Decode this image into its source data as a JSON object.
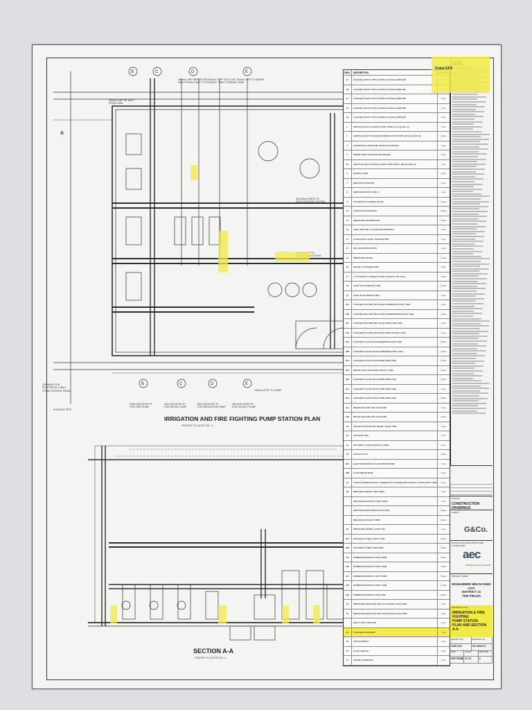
{
  "drawing": {
    "plan_title": "IRRIGATION AND FIRE FIGHTING PUMP STATION PLAN",
    "plan_note": "*REFER TO NOTE NO. 2",
    "section_title": "SECTION A-A",
    "section_note": "*REFER TO NOTE NO. 2",
    "section_marker": "A",
    "callouts": {
      "inlet": "250mm GRP RF INLET\nFROM TANK",
      "pipes_top": "300mm GRP IRRIGATION  250mm GRP TEST LINE  150mm GRP TO WATER\nINLET FROM TANK         TO STORAGE TANK          STORAGE TANK",
      "fire_line": "80/100mm HDPE TO\nFIRE FIGHTING SYSTEM",
      "irrigation": "300mm GRP TO\nIRRIGATION SYSTEM",
      "electric": "OPENING FOR\nELECTRICAL CABLE\nFROM CONTROL PANEL",
      "drain": "100mm uPVC TO SUMP",
      "exhaust": "EXHAUST PIPE",
      "iso_fire": "200A ISOLATOR TP\nFOR FIRE PUMP",
      "iso_diesel": "32A ISOLATOR TP\nFOR DIESEL PUMP",
      "iso_irr": "80A ISOLATOR TP\nFOR IRRIGATION PUMP",
      "iso_jockey": "40A ISOLATOR TP\nFOR JOCKEY PUMP"
    }
  },
  "notes": {
    "title": "NOTES:"
  },
  "stamp": {
    "label": "Dubai EPS"
  },
  "bom": {
    "headers": {
      "no": "S/NO.",
      "desc": "DESCRIPTION",
      "qty": "QUANTITY"
    },
    "rows": [
      {
        "no": "1A",
        "desc": "FLANGED SPIGOT WITH PUDDLE FLANGE 300Ø GRP",
        "qty": "1 no."
      },
      {
        "no": "1B",
        "desc": "FLANGED SPIGOT WITH PUDDLE FLANGE 250Ø GRP",
        "qty": "1 no."
      },
      {
        "no": "1C",
        "desc": "FLANGED SPIGOT WITH PUDDLE FLANGE 200Ø GRP",
        "qty": "1 no."
      },
      {
        "no": "1D",
        "desc": "FLANGED SPIGOT WITH PUDDLE FLANGE 150Ø GRP",
        "qty": "1 no."
      },
      {
        "no": "1E",
        "desc": "FLANGED SPIGOT WITH PUDDLE FLANGE 100Ø GRP",
        "qty": "1 no."
      },
      {
        "no": "2",
        "desc": "VERTICAL MULTI-STAGE JOCKEY PUMP (9 L/S @ 90m H)",
        "qty": "1 no."
      },
      {
        "no": "3",
        "desc": "VERTICAL MULTI STAGE MAIN IRRIGATION PUMPS (25 L/S @ 80m H)",
        "qty": "3 nos."
      },
      {
        "no": "4",
        "desc": "HORIZONTAL FIRE PUMP (ELECTRIC DRIVEN)",
        "qty": "1 no."
      },
      {
        "no": "5",
        "desc": "DIESEL FIRE PUMP (ENGINE DRIVEN)",
        "qty": "1 no."
      },
      {
        "no": "5A",
        "desc": "VERTICAL MULTI STAGE JOCKEY PUMP (1500 L/MIN @ 100m H)",
        "qty": "1 no."
      },
      {
        "no": "6",
        "desc": "DOSING PUMP",
        "qty": "1 no."
      },
      {
        "no": "7",
        "desc": "ELECTRIC AGITATOR",
        "qty": "1 no."
      },
      {
        "no": "8",
        "desc": "FERTILIZER TANK 3000 LT",
        "qty": "1 no."
      },
      {
        "no": "9",
        "desc": "AUTOMATIC FLUSHING VALVE",
        "qty": "3 nos."
      },
      {
        "no": "10",
        "desc": "STEPS WITH HANDRAIL",
        "qty": "2 nos."
      },
      {
        "no": "11",
        "desc": "PRESSURE TRANSMITTER",
        "qty": "2 nos."
      },
      {
        "no": "12",
        "desc": "FUEL TANK 250 LIT (FOR 8HR WORKING)",
        "qty": "1 no."
      },
      {
        "no": "13",
        "desc": "ULTRASONIC LEVEL TRANSMITTER",
        "qty": "1 no."
      },
      {
        "no": "14",
        "desc": "DRY RUN PROTECTION",
        "qty": "1 no."
      },
      {
        "no": "15",
        "desc": "PRESSURE GAUGE",
        "qty": "2 nos."
      },
      {
        "no": "16",
        "desc": "BASKET STRAINER 200Ø",
        "qty": "1 no."
      },
      {
        "no": "17",
        "desc": "4\" AUTOMATIC SCREEN FILTER (CAPACITY 25 L/Sec.)",
        "qty": "3 nos."
      },
      {
        "no": "18",
        "desc": "GATE VALVE (BRASS) 100Ø",
        "qty": "2 nos."
      },
      {
        "no": "19",
        "desc": "GATE VALVE (BRASS) 80Ø",
        "qty": "1 no."
      },
      {
        "no": "19A",
        "desc": "FLANGED NON-RETURN VALVE W/DEBRIS(JOCKEY LINE)",
        "qty": "1 no."
      },
      {
        "no": "19B",
        "desc": "FLANGED NON-RETURN VALVE W/DEBRIS(IRRIGATION LINE)",
        "qty": "3 nos."
      },
      {
        "no": "19C",
        "desc": "FLANGED NON-RETURN VALVE 200Ø (FIRE LINE)",
        "qty": "1 no."
      },
      {
        "no": "19D",
        "desc": "FLANGED NON-RETURN VALVE 150Ø (JOCKEY LINE)",
        "qty": "1 no."
      },
      {
        "no": "20A",
        "desc": "FLANGED ID GATE VALVE 50Ø(IRRIGATION LINE)",
        "qty": "6 nos."
      },
      {
        "no": "20B",
        "desc": "FLANGED ID GATE VALVE 100Ø(IRRIGATION LINE)",
        "qty": "3 nos."
      },
      {
        "no": "20C",
        "desc": "FLANGED ID GATE VALVE 200Ø (FIRE LINE)",
        "qty": "2 nos."
      },
      {
        "no": "20D",
        "desc": "BRASS GATE VALVE 80Ø (JOCKEY LINE)",
        "qty": "2 nos."
      },
      {
        "no": "20E",
        "desc": "FLANGED ID GATE VALVE 300Ø (FIRE LINE)",
        "qty": "2 nos."
      },
      {
        "no": "20F",
        "desc": "FLANGED ID GATE VALVE 150Ø (FIRE LINE)",
        "qty": "1 no."
      },
      {
        "no": "20G",
        "desc": "FLANGED ID GATE VALVE 100Ø (FIRE LINE)",
        "qty": "2 nos."
      },
      {
        "no": "21A",
        "desc": "BRASS NON-RETURN VALVE 50Ø",
        "qty": "1 no."
      },
      {
        "no": "21B",
        "desc": "BRASS NON-RETURN VALVE 80Ø",
        "qty": "2 nos."
      },
      {
        "no": "22",
        "desc": "SURGE ANTICIPATORY RELIEF VALVE 150Ø",
        "qty": "1 no."
      },
      {
        "no": "23",
        "desc": "AIR VALVE 40Ø",
        "qty": "1 no."
      },
      {
        "no": "24",
        "desc": "BUTTERFLY VALVE (MANUAL) 150Ø",
        "qty": "1 no."
      },
      {
        "no": "25",
        "desc": "EXHAUST FAN",
        "qty": "4 nos."
      },
      {
        "no": "25A",
        "desc": "ELECTROMAGNETIC FLOW METER 200Ø",
        "qty": "1 no."
      },
      {
        "no": "25B",
        "desc": "FLOW METER 200Ø",
        "qty": "1 no."
      },
      {
        "no": "27",
        "desc": "SINGLE GIRDER MANUAL UNDERSLUNG CRANE WITH MANUAL CHAIN HOIST CAPACITY 2.5 Ton.",
        "qty": "1 no."
      },
      {
        "no": "28",
        "desc": "REDUCER (DIESEL FIRE PUMP)",
        "qty": "1 no."
      },
      {
        "no": "",
        "desc": "REDUCER (ELECTRIC FIRE PUMP)",
        "qty": "1 no."
      },
      {
        "no": "",
        "desc": "REDUCER (MAIN IRRIGATION PUMP)",
        "qty": "6 nos."
      },
      {
        "no": "",
        "desc": "REDUCER (JOCKEY PUMP)",
        "qty": "2 nos."
      },
      {
        "no": "29",
        "desc": "PRESSURE VESSEL (1,000 LTR)",
        "qty": "1 no."
      },
      {
        "no": "30A",
        "desc": "STAINLESS STEEL UNION 100Ø",
        "qty": "6 nos."
      },
      {
        "no": "30B",
        "desc": "STAINLESS STEEL UNION 80Ø",
        "qty": "2 nos."
      },
      {
        "no": "31A",
        "desc": "RUBBER EXPANSION JOINT 300Ø",
        "qty": "4 nos."
      },
      {
        "no": "31B",
        "desc": "RUBBER EXPANSION JOINT 200Ø",
        "qty": "4 nos."
      },
      {
        "no": "31C",
        "desc": "RUBBER EXPANSION JOINT 150Ø",
        "qty": "2 nos."
      },
      {
        "no": "31D",
        "desc": "RUBBER EXPANSION JOINT 100Ø",
        "qty": "2 nos."
      },
      {
        "no": "31E",
        "desc": "RUBBER EXPANSION JOINT 50Ø",
        "qty": "2 nos."
      },
      {
        "no": "32",
        "desc": "PRESSURE REDUCING AND SUSTAINING VALVE 200Ø",
        "qty": "1 no."
      },
      {
        "no": "33",
        "desc": "PRESSURE REDUCING AND SUSTAINING VALVE 150Ø",
        "qty": "1 no."
      },
      {
        "no": "",
        "desc": "HEAVY DUTY GRATING",
        "qty": "1 no."
      },
      {
        "no": "34",
        "desc": "CONCRETE SUPPORT",
        "qty": "7 no."
      },
      {
        "no": "35",
        "desc": "PIPE SUPPORT",
        "qty": "1 no."
      },
      {
        "no": "36",
        "desc": "FLOAT SWITCH",
        "qty": "1 no."
      },
      {
        "no": "37",
        "desc": "VORTEX INHIBITOR",
        "qty": "1 no."
      }
    ]
  },
  "title_block": {
    "status_label": "STATUS",
    "status": "CONSTRUCTION DRAWINGS",
    "client_label": "CLIENT",
    "client_logo": "G&Co.",
    "consultant_label": "ROADS AND INFRASTRUCTURE CONSULTANT",
    "consultant_logo": "aec",
    "consultant_sub": "ASLAM Engineering Consultant",
    "project_label": "PROJECT NAME",
    "project": [
      "MOHAMMED BIN RASHID CITY",
      "DISTRICT 11",
      "THE FIELDS"
    ],
    "drawing_title_label": "DRAWING TITLE",
    "drawing_title": [
      "IRRIGATION & FIRE FIGHTING",
      "PUMP STATION",
      "PLAN AND SECTION A-A"
    ],
    "project_no_label": "PROJECT NO.",
    "project_no": "2180-D03",
    "drawing_no_label": "DRAWING NO.",
    "drawing_no": "CD-2000-01",
    "date_label": "DATE",
    "date": "SEPTEMBER 2021",
    "scale_label": "SCALE",
    "scale": "N.T.S.",
    "revision_label": "REVISION",
    "revision": "0"
  },
  "colors": {
    "highlight": "#f2ea44",
    "line": "#2b2b2b",
    "paper": "#f4f4f2"
  }
}
